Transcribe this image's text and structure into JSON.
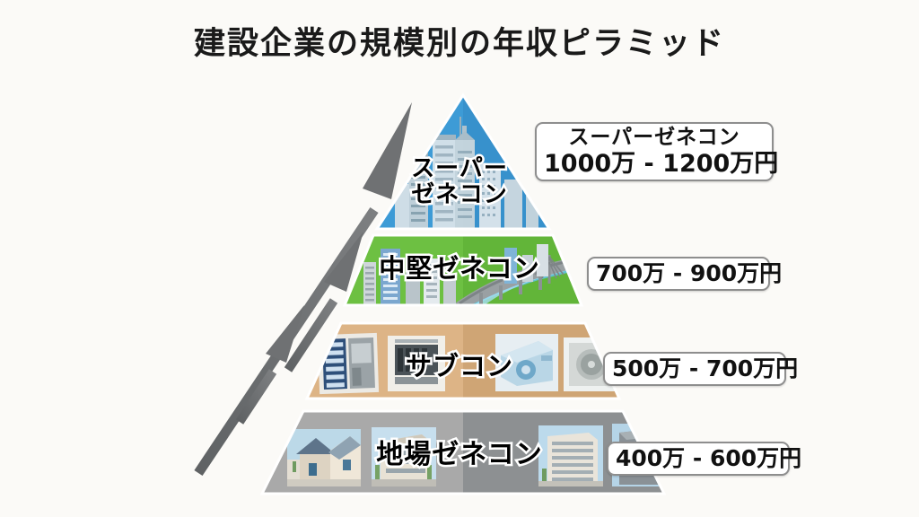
{
  "header": {
    "title": "建設企業の規模別の年収ピラミッド"
  },
  "colors": {
    "background": "#fbfaf7",
    "tier_super": "#3d9bd6",
    "tier_super_dark": "#2f87c4",
    "tier_mid": "#6dc042",
    "tier_mid_dark": "#57ad33",
    "tier_sub": "#ddb486",
    "tier_sub_dark": "#cb9f71",
    "tier_local": "#a9a9a9",
    "tier_local_dark": "#8d9092",
    "arrow": "#6f7173",
    "text": "#000000",
    "text_outline": "#ffffff",
    "box_border": "#8e8e8e"
  },
  "chart_data": {
    "type": "pyramid",
    "title": "建設企業の規模別の年収ピラミッド",
    "unit": "万円",
    "levels": [
      {
        "rank": 1,
        "name": "スーパーゼネコン",
        "caption_lines": [
          "スーパー",
          "ゼネコン"
        ],
        "salary_label": "1000万 - 1200万円",
        "salary_min": 1000,
        "salary_max": 1200,
        "color": "#3d9bd6",
        "imagery": "skyscrapers"
      },
      {
        "rank": 2,
        "name": "中堅ゼネコン",
        "caption_lines": [
          "中堅ゼネコン"
        ],
        "salary_label": "700万 - 900万円",
        "salary_min": 700,
        "salary_max": 900,
        "color": "#6dc042",
        "imagery": "city-buildings-bridge-river"
      },
      {
        "rank": 3,
        "name": "サブコン",
        "caption_lines": [
          "サブコン"
        ],
        "salary_label": "500万 - 700万円",
        "salary_min": 500,
        "salary_max": 700,
        "color": "#ddb486",
        "imagery": "electrical-panels-air-conditioners"
      },
      {
        "rank": 4,
        "name": "地場ゼネコン",
        "caption_lines": [
          "地場ゼネコン"
        ],
        "salary_label": "400万 - 600万円",
        "salary_min": 400,
        "salary_max": 600,
        "color": "#a9a9a9",
        "imagery": "houses-low-rise-apartments"
      }
    ],
    "arrows": {
      "count": 3,
      "direction": "up-right",
      "meaning": "年収が上がる方向"
    }
  },
  "tiers": {
    "t1": {
      "l1": "スーパー",
      "l2": "ゼネコン",
      "box_title": "スーパーゼネコン",
      "box_salary": "1000万 - 1200万円"
    },
    "t2": {
      "l1": "中堅ゼネコン",
      "box_salary": "700万 - 900万円"
    },
    "t3": {
      "l1": "サブコン",
      "box_salary": "500万 - 700万円"
    },
    "t4": {
      "l1": "地場ゼネコン",
      "box_salary": "400万 - 600万円"
    }
  }
}
